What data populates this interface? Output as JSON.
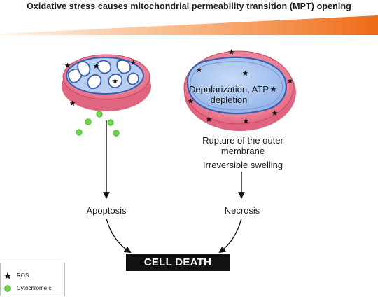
{
  "title": "Oxidative stress causes mitochondrial permeability transition (MPT) opening",
  "banner": {
    "color_from": "#fde3cc",
    "color_to": "#f0701e"
  },
  "left_mito": {
    "fate_label": "Apoptosis"
  },
  "right_mito": {
    "inner_label": "Depolarization, ATP depletion",
    "rupture_label": "Rupture of the outer membrane",
    "swelling_label": "Irreversible swelling",
    "fate_label": "Necrosis"
  },
  "outcome": "CELL DEATH",
  "legend": {
    "items": [
      {
        "symbol": "star-icon",
        "label": "ROS",
        "color": "#111111"
      },
      {
        "symbol": "green-circle-icon",
        "label": "Cytochrome c",
        "color": "#6fd44a"
      }
    ]
  },
  "colors": {
    "outer_membrane": "#e9687f",
    "outer_membrane_light": "#f6b9c4",
    "inner_membrane": "#3b5fb0",
    "matrix": "#a8c4ee",
    "cytochrome": "#6fd44a"
  }
}
